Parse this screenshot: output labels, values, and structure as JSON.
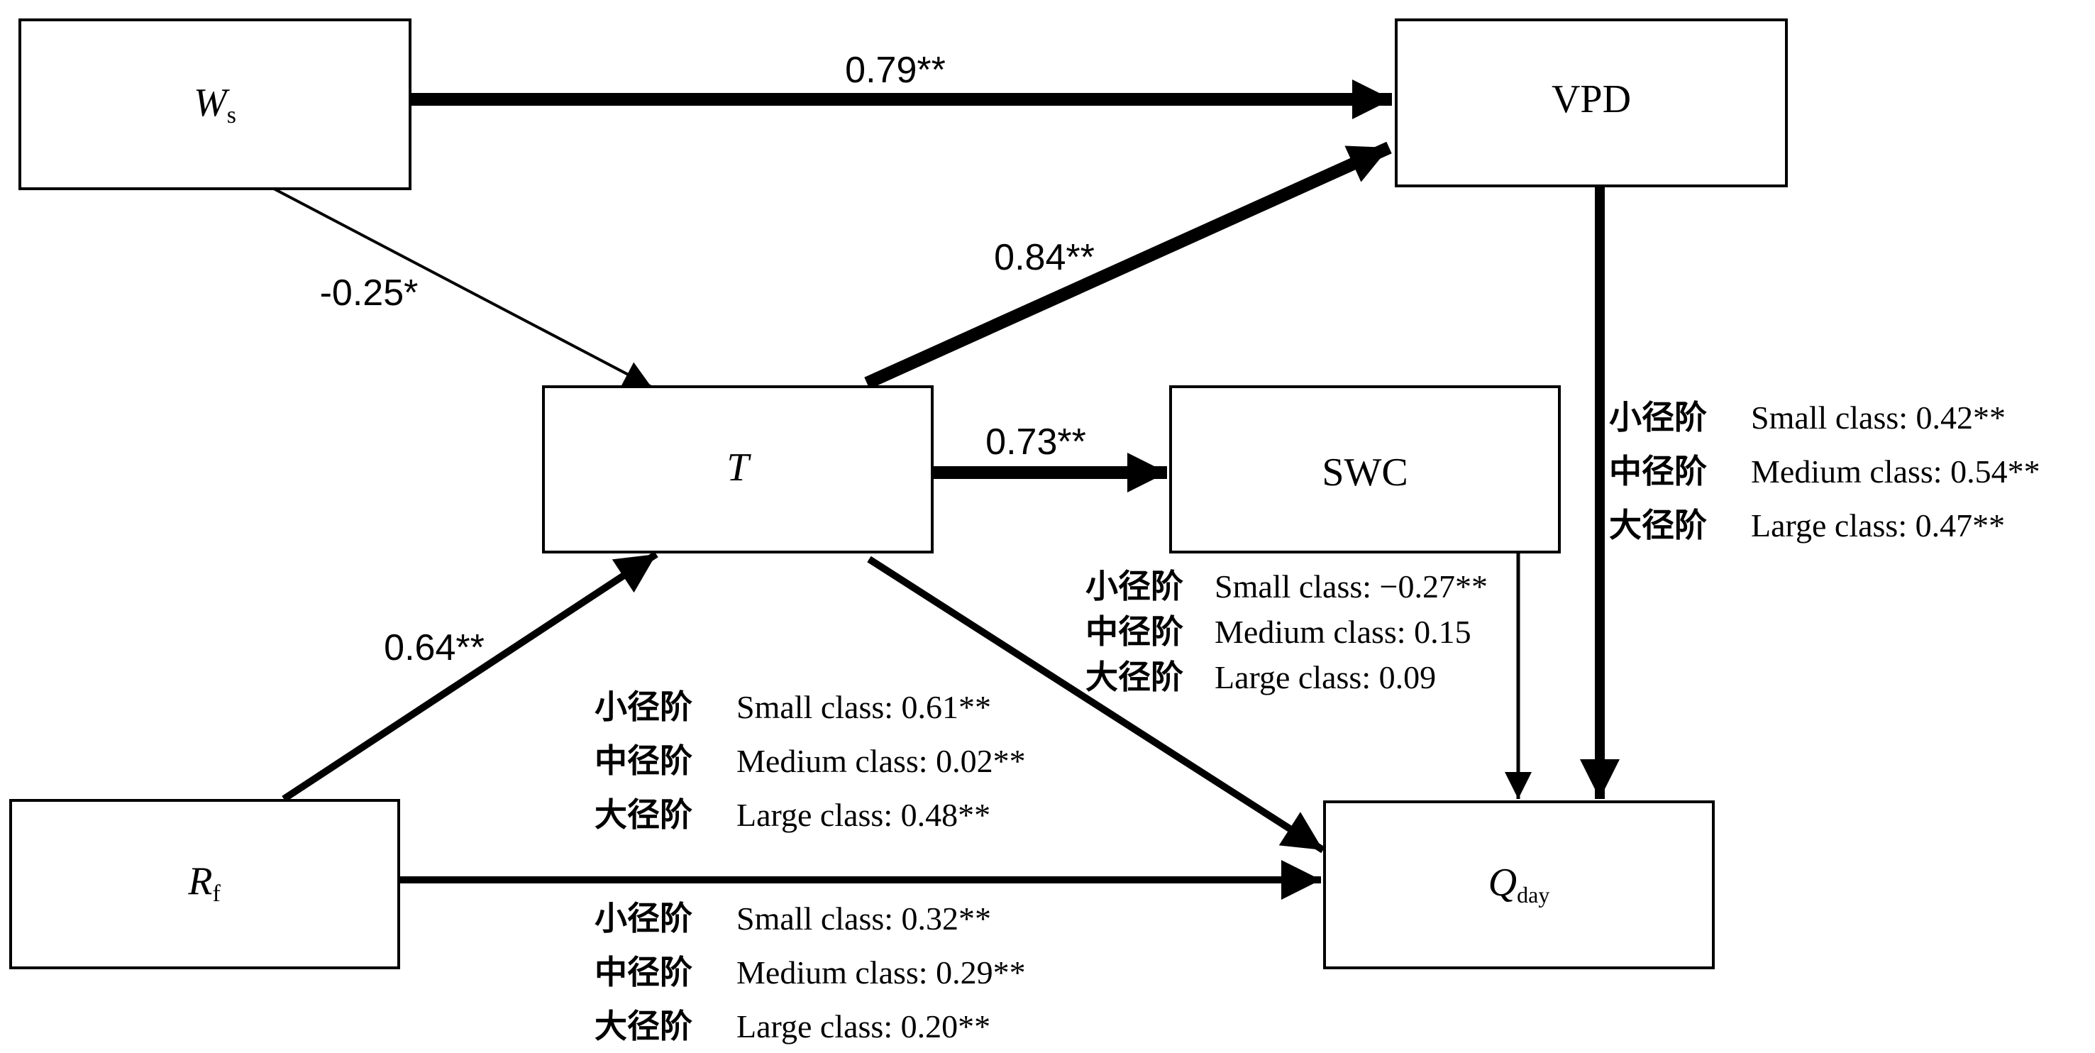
{
  "colors": {
    "line": "#000000",
    "background": "#ffffff"
  },
  "nodes": {
    "ws": {
      "main": "W",
      "sub": "s"
    },
    "vpd": {
      "main": "VPD",
      "sub": ""
    },
    "t": {
      "main": "T",
      "sub": ""
    },
    "swc": {
      "main": "SWC",
      "sub": ""
    },
    "rf": {
      "main": "R",
      "sub": "f"
    },
    "qday": {
      "main": "Q",
      "sub": "day"
    }
  },
  "edges": {
    "ws_vpd": "0.79**",
    "ws_t": "-0.25*",
    "t_vpd": "0.84**",
    "t_swc": "0.73**",
    "rf_t": "0.64**"
  },
  "class_labels": {
    "vpd_qday": [
      {
        "cn": "小径阶",
        "en": "Small class: 0.42**"
      },
      {
        "cn": "中径阶",
        "en": "Medium class: 0.54**"
      },
      {
        "cn": "大径阶",
        "en": "Large class: 0.47**"
      }
    ],
    "swc_qday": [
      {
        "cn": "小径阶",
        "en": "Small class: −0.27**"
      },
      {
        "cn": "中径阶",
        "en": "Medium class: 0.15"
      },
      {
        "cn": "大径阶",
        "en": "Large class: 0.09"
      }
    ],
    "t_qday": [
      {
        "cn": "小径阶",
        "en": "Small class: 0.61**"
      },
      {
        "cn": "中径阶",
        "en": "Medium class: 0.02**"
      },
      {
        "cn": "大径阶",
        "en": "Large class: 0.48**"
      }
    ],
    "rf_qday": [
      {
        "cn": "小径阶",
        "en": "Small class: 0.32**"
      },
      {
        "cn": "中径阶",
        "en": "Medium class: 0.29**"
      },
      {
        "cn": "大径阶",
        "en": "Large class: 0.20**"
      }
    ]
  }
}
